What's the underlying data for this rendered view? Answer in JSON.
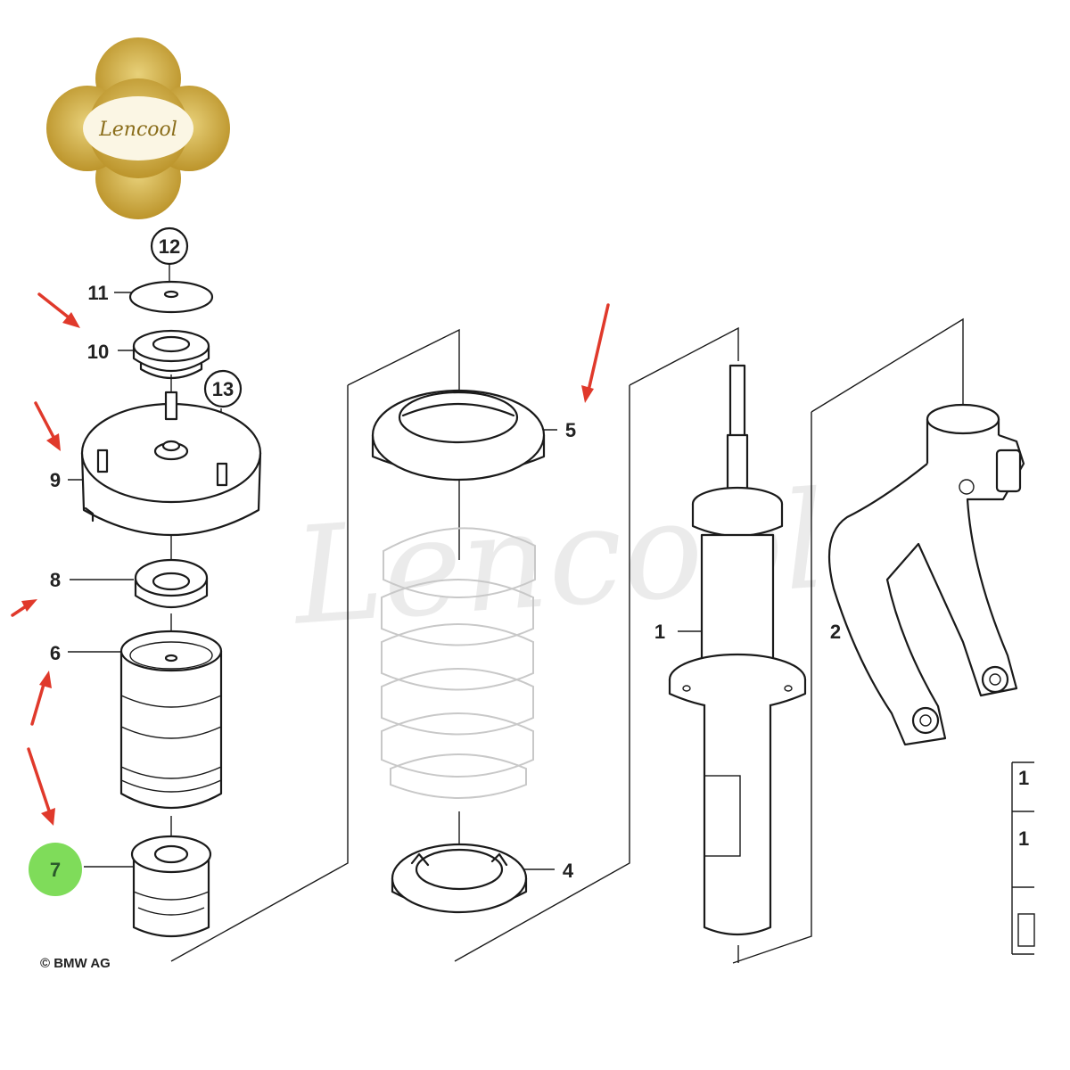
{
  "brand": {
    "logo_text": "Lencool",
    "logo_color": "#c9a640",
    "watermark_text": "Lencool"
  },
  "copyright": "© BMW AG",
  "colors": {
    "arrow": "#e0392b",
    "highlight": "#7fdc5a",
    "line": "#1a1a1a"
  },
  "parts": {
    "p1": "1",
    "p2": "2",
    "p4": "4",
    "p5": "5",
    "p6": "6",
    "p7": "7",
    "p8": "8",
    "p9": "9",
    "p10": "10",
    "p11": "11",
    "p12": "12",
    "p13": "13"
  },
  "highlighted_part": "7",
  "side_digits": [
    "1",
    "1"
  ]
}
